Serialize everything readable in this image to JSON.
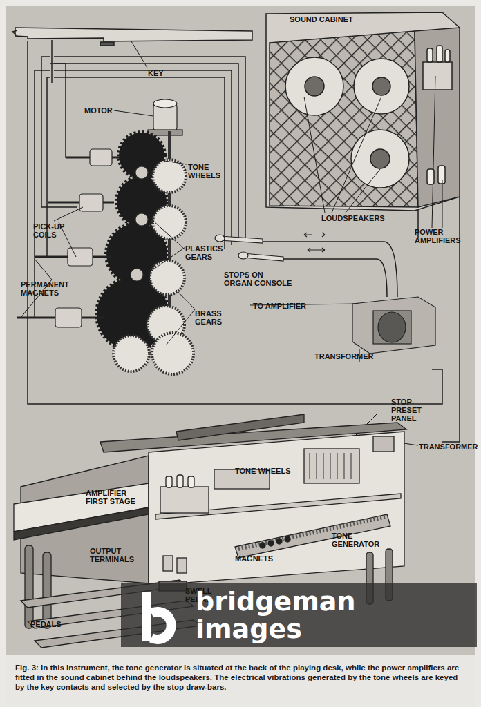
{
  "diagram": {
    "caption": "Fig. 3: In this instrument, the tone generator is situated at the back of the playing desk, while the power amplifiers are fitted in the sound cabinet behind the loudspeakers. The electrical vibrations generated by the tone wheels are keyed by the key contacts and selected by the stop draw-bars.",
    "nodes": [
      {
        "text": [
          "SOUND CABINET"
        ]
      },
      {
        "text": [
          "TRANSFORMER"
        ]
      }
    ],
    "labels": [
      "KEY",
      "MOTOR",
      "TONE WHEELS",
      "PICK-UP COILS",
      "PLASTICS GEARS",
      "PERMANENT MAGNETS",
      "STOPS ON ORGAN CONSOLE",
      "BRASS GEARS",
      "TO AMPLIFIER",
      "LOUDSPEAKERS",
      "POWER AMPLIFIERS",
      "STOP-PRESET PANEL",
      "TRANSFORMER",
      "AMPLIFIER FIRST STAGE",
      "TONE WHEELS",
      "OUTPUT TERMINALS",
      "MAGNETS",
      "TONE GENERATOR",
      "SWELL PEDAL",
      "PEDALS",
      "bridgeman",
      "images"
    ]
  }
}
